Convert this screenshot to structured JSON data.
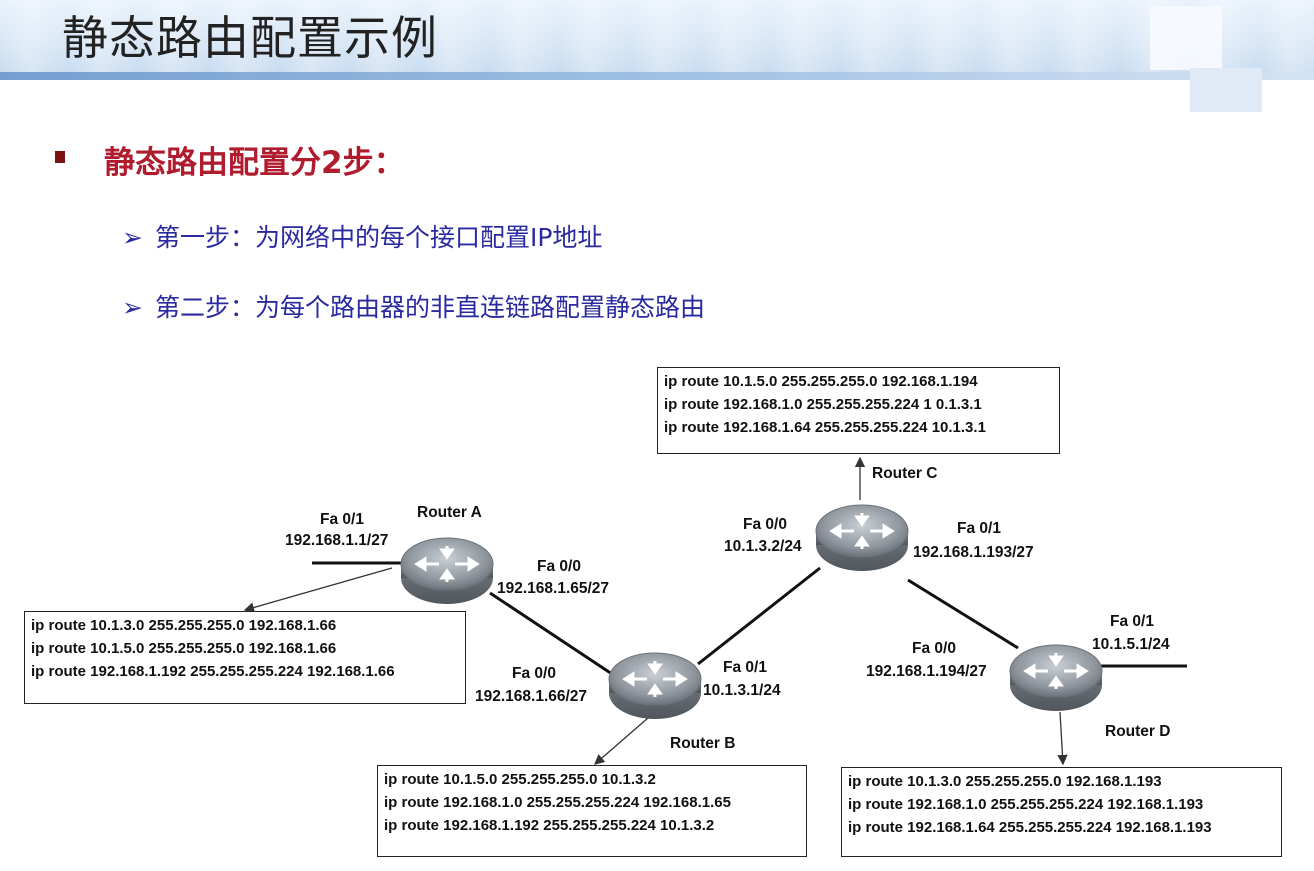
{
  "slide": {
    "title": "静态路由配置示例",
    "main_point": "静态路由配置分2步：",
    "steps": [
      "第一步：为网络中的每个接口配置IP地址",
      "第二步：为每个路由器的非直连链路配置静态路由"
    ]
  },
  "routers": {
    "a": {
      "name": "Router A",
      "fa01_if": "Fa 0/1",
      "fa01_ip": "192.168.1.1/27",
      "fa00_if": "Fa 0/0",
      "fa00_ip": "192.168.1.65/27",
      "routes": [
        "ip route 10.1.3.0 255.255.255.0 192.168.1.66",
        "ip route 10.1.5.0 255.255.255.0 192.168.1.66",
        "ip route 192.168.1.192 255.255.255.224 192.168.1.66"
      ]
    },
    "b": {
      "name": "Router B",
      "fa00_if": "Fa 0/0",
      "fa00_ip": "192.168.1.66/27",
      "fa01_if": "Fa 0/1",
      "fa01_ip": "10.1.3.1/24",
      "routes": [
        "ip route 10.1.5.0 255.255.255.0 10.1.3.2",
        "ip route 192.168.1.0 255.255.255.224 192.168.1.65",
        "ip route 192.168.1.192 255.255.255.224 10.1.3.2"
      ]
    },
    "c": {
      "name": "Router C",
      "fa00_if": "Fa 0/0",
      "fa00_ip": "10.1.3.2/24",
      "fa01_if": "Fa 0/1",
      "fa01_ip": "192.168.1.193/27",
      "routes": [
        "ip route 10.1.5.0 255.255.255.0 192.168.1.194",
        "ip route 192.168.1.0 255.255.255.224 1 0.1.3.1",
        "ip route 192.168.1.64 255.255.255.224  10.1.3.1"
      ]
    },
    "d": {
      "name": "Router D",
      "fa00_if": "Fa 0/0",
      "fa00_ip": "192.168.1.194/27",
      "fa01_if": "Fa 0/1",
      "fa01_ip": "10.1.5.1/24",
      "routes": [
        "ip route 10.1.3.0 255.255.255.0 192.168.1.193",
        "ip route 192.168.1.0 255.255.255.224 192.168.1.193",
        "ip route 192.168.1.64 255.255.255.224 192.168.1.193"
      ]
    }
  },
  "colors": {
    "title_text": "#222222",
    "main_point_text": "#b01c2e",
    "step_text": "#2a2aa0",
    "router_body": "#8a9096"
  }
}
